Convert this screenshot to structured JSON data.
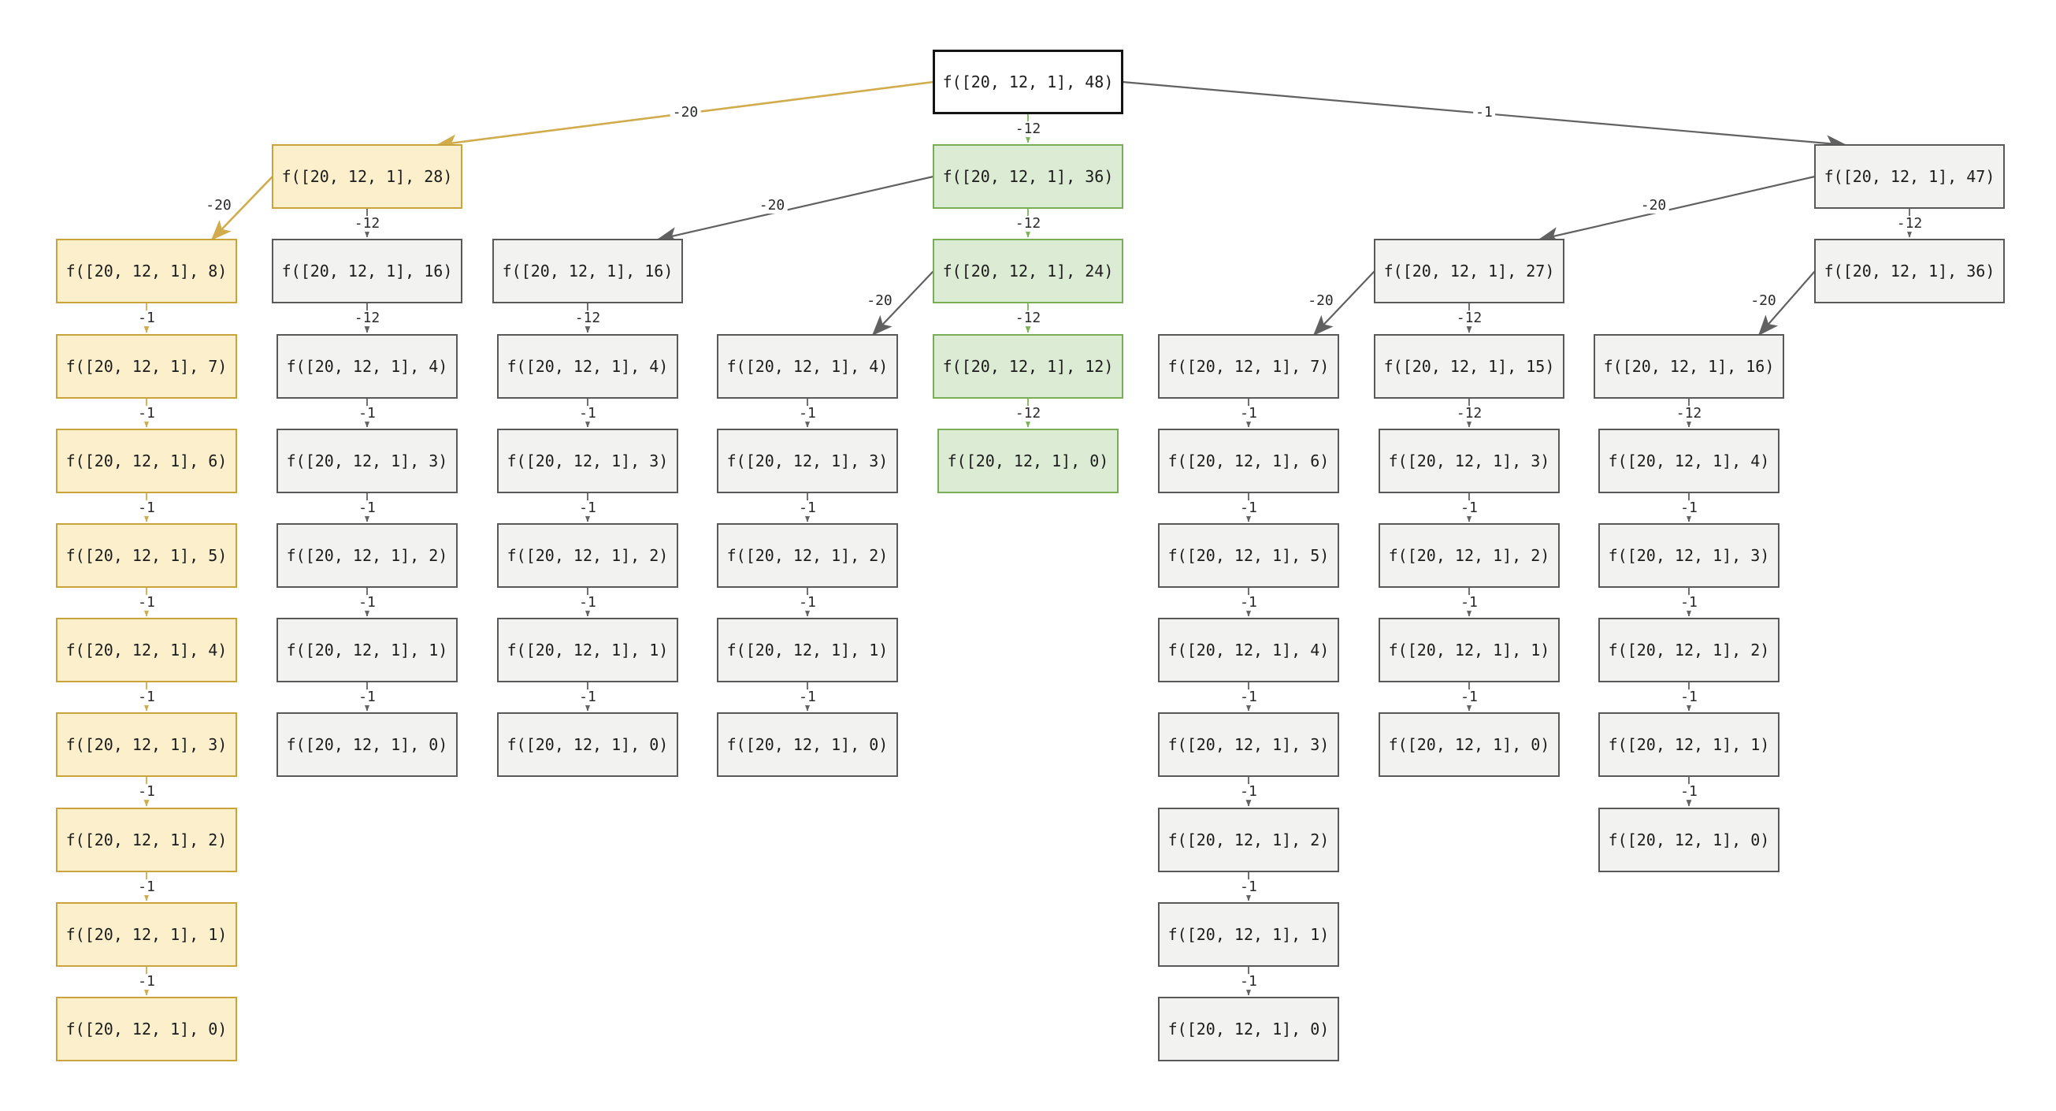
{
  "diagram": {
    "kind": "recursion-tree",
    "function_name": "f",
    "coins_list": "[20, 12, 1]",
    "root_amount": "48",
    "colors": {
      "background": "#ffffff",
      "node_default_fill": "#f2f2f1",
      "node_default_border": "#595959",
      "node_root_fill": "#ffffff",
      "node_root_border": "#141414",
      "node_yellow_fill": "#fcf0cc",
      "node_yellow_border": "#c9a43c",
      "node_green_fill": "#dcebd3",
      "node_green_border": "#79ae57",
      "edge_gray": "#616161",
      "edge_yellow": "#d0ac4c",
      "edge_green": "#7cb357",
      "edge_label_text": "#2a2a2a",
      "node_text": "#1c1c1c"
    },
    "nodes": [
      {
        "id": "c5r0",
        "col": 5,
        "row": 0,
        "style": "root",
        "label": "f([20, 12, 1], 48)"
      },
      {
        "id": "c2r1",
        "col": 2,
        "row": 1,
        "style": "yellow",
        "label": "f([20, 12, 1], 28)"
      },
      {
        "id": "c5r1",
        "col": 5,
        "row": 1,
        "style": "green",
        "label": "f([20, 12, 1], 36)"
      },
      {
        "id": "c9r1",
        "col": 9,
        "row": 1,
        "style": "default",
        "label": "f([20, 12, 1], 47)"
      },
      {
        "id": "c1r2",
        "col": 1,
        "row": 2,
        "style": "yellow",
        "label": "f([20, 12, 1], 8)"
      },
      {
        "id": "c2r2",
        "col": 2,
        "row": 2,
        "style": "default",
        "label": "f([20, 12, 1], 16)"
      },
      {
        "id": "c3r2",
        "col": 3,
        "row": 2,
        "style": "default",
        "label": "f([20, 12, 1], 16)"
      },
      {
        "id": "c5r2",
        "col": 5,
        "row": 2,
        "style": "green",
        "label": "f([20, 12, 1], 24)"
      },
      {
        "id": "c7r2",
        "col": 7,
        "row": 2,
        "style": "default",
        "label": "f([20, 12, 1], 27)"
      },
      {
        "id": "c9r2",
        "col": 9,
        "row": 2,
        "style": "default",
        "label": "f([20, 12, 1], 36)"
      },
      {
        "id": "c1r3",
        "col": 1,
        "row": 3,
        "style": "yellow",
        "label": "f([20, 12, 1], 7)"
      },
      {
        "id": "c2r3",
        "col": 2,
        "row": 3,
        "style": "default",
        "label": "f([20, 12, 1], 4)"
      },
      {
        "id": "c3r3",
        "col": 3,
        "row": 3,
        "style": "default",
        "label": "f([20, 12, 1], 4)"
      },
      {
        "id": "c4r3",
        "col": 4,
        "row": 3,
        "style": "default",
        "label": "f([20, 12, 1], 4)"
      },
      {
        "id": "c5r3",
        "col": 5,
        "row": 3,
        "style": "green",
        "label": "f([20, 12, 1], 12)"
      },
      {
        "id": "c6r3",
        "col": 6,
        "row": 3,
        "style": "default",
        "label": "f([20, 12, 1], 7)"
      },
      {
        "id": "c7r3",
        "col": 7,
        "row": 3,
        "style": "default",
        "label": "f([20, 12, 1], 15)"
      },
      {
        "id": "c8r3",
        "col": 8,
        "row": 3,
        "style": "default",
        "label": "f([20, 12, 1], 16)"
      },
      {
        "id": "c1r4",
        "col": 1,
        "row": 4,
        "style": "yellow",
        "label": "f([20, 12, 1], 6)"
      },
      {
        "id": "c2r4",
        "col": 2,
        "row": 4,
        "style": "default",
        "label": "f([20, 12, 1], 3)"
      },
      {
        "id": "c3r4",
        "col": 3,
        "row": 4,
        "style": "default",
        "label": "f([20, 12, 1], 3)"
      },
      {
        "id": "c4r4",
        "col": 4,
        "row": 4,
        "style": "default",
        "label": "f([20, 12, 1], 3)"
      },
      {
        "id": "c5r4",
        "col": 5,
        "row": 4,
        "style": "green",
        "label": "f([20, 12, 1], 0)"
      },
      {
        "id": "c6r4",
        "col": 6,
        "row": 4,
        "style": "default",
        "label": "f([20, 12, 1], 6)"
      },
      {
        "id": "c7r4",
        "col": 7,
        "row": 4,
        "style": "default",
        "label": "f([20, 12, 1], 3)"
      },
      {
        "id": "c8r4",
        "col": 8,
        "row": 4,
        "style": "default",
        "label": "f([20, 12, 1], 4)"
      },
      {
        "id": "c1r5",
        "col": 1,
        "row": 5,
        "style": "yellow",
        "label": "f([20, 12, 1], 5)"
      },
      {
        "id": "c2r5",
        "col": 2,
        "row": 5,
        "style": "default",
        "label": "f([20, 12, 1], 2)"
      },
      {
        "id": "c3r5",
        "col": 3,
        "row": 5,
        "style": "default",
        "label": "f([20, 12, 1], 2)"
      },
      {
        "id": "c4r5",
        "col": 4,
        "row": 5,
        "style": "default",
        "label": "f([20, 12, 1], 2)"
      },
      {
        "id": "c6r5",
        "col": 6,
        "row": 5,
        "style": "default",
        "label": "f([20, 12, 1], 5)"
      },
      {
        "id": "c7r5",
        "col": 7,
        "row": 5,
        "style": "default",
        "label": "f([20, 12, 1], 2)"
      },
      {
        "id": "c8r5",
        "col": 8,
        "row": 5,
        "style": "default",
        "label": "f([20, 12, 1], 3)"
      },
      {
        "id": "c1r6",
        "col": 1,
        "row": 6,
        "style": "yellow",
        "label": "f([20, 12, 1], 4)"
      },
      {
        "id": "c2r6",
        "col": 2,
        "row": 6,
        "style": "default",
        "label": "f([20, 12, 1], 1)"
      },
      {
        "id": "c3r6",
        "col": 3,
        "row": 6,
        "style": "default",
        "label": "f([20, 12, 1], 1)"
      },
      {
        "id": "c4r6",
        "col": 4,
        "row": 6,
        "style": "default",
        "label": "f([20, 12, 1], 1)"
      },
      {
        "id": "c6r6",
        "col": 6,
        "row": 6,
        "style": "default",
        "label": "f([20, 12, 1], 4)"
      },
      {
        "id": "c7r6",
        "col": 7,
        "row": 6,
        "style": "default",
        "label": "f([20, 12, 1], 1)"
      },
      {
        "id": "c8r6",
        "col": 8,
        "row": 6,
        "style": "default",
        "label": "f([20, 12, 1], 2)"
      },
      {
        "id": "c1r7",
        "col": 1,
        "row": 7,
        "style": "yellow",
        "label": "f([20, 12, 1], 3)"
      },
      {
        "id": "c2r7",
        "col": 2,
        "row": 7,
        "style": "default",
        "label": "f([20, 12, 1], 0)"
      },
      {
        "id": "c3r7",
        "col": 3,
        "row": 7,
        "style": "default",
        "label": "f([20, 12, 1], 0)"
      },
      {
        "id": "c4r7",
        "col": 4,
        "row": 7,
        "style": "default",
        "label": "f([20, 12, 1], 0)"
      },
      {
        "id": "c6r7",
        "col": 6,
        "row": 7,
        "style": "default",
        "label": "f([20, 12, 1], 3)"
      },
      {
        "id": "c7r7",
        "col": 7,
        "row": 7,
        "style": "default",
        "label": "f([20, 12, 1], 0)"
      },
      {
        "id": "c8r7",
        "col": 8,
        "row": 7,
        "style": "default",
        "label": "f([20, 12, 1], 1)"
      },
      {
        "id": "c1r8",
        "col": 1,
        "row": 8,
        "style": "yellow",
        "label": "f([20, 12, 1], 2)"
      },
      {
        "id": "c6r8",
        "col": 6,
        "row": 8,
        "style": "default",
        "label": "f([20, 12, 1], 2)"
      },
      {
        "id": "c8r8",
        "col": 8,
        "row": 8,
        "style": "default",
        "label": "f([20, 12, 1], 0)"
      },
      {
        "id": "c1r9",
        "col": 1,
        "row": 9,
        "style": "yellow",
        "label": "f([20, 12, 1], 1)"
      },
      {
        "id": "c6r9",
        "col": 6,
        "row": 9,
        "style": "default",
        "label": "f([20, 12, 1], 1)"
      },
      {
        "id": "c1r10",
        "col": 1,
        "row": 10,
        "style": "yellow",
        "label": "f([20, 12, 1], 0)"
      },
      {
        "id": "c6r10",
        "col": 6,
        "row": 10,
        "style": "default",
        "label": "f([20, 12, 1], 0)"
      }
    ],
    "edges": [
      {
        "from": "c5r0",
        "to": "c2r1",
        "label": "-20",
        "style": "yellow",
        "kind": "d",
        "labelSide": "on"
      },
      {
        "from": "c5r0",
        "to": "c9r1",
        "label": "-1",
        "style": "gray",
        "kind": "d",
        "labelSide": "on"
      },
      {
        "from": "c5r0",
        "to": "c5r1",
        "label": "-12",
        "style": "green",
        "kind": "v"
      },
      {
        "from": "c2r1",
        "to": "c1r2",
        "label": "-20",
        "style": "yellow",
        "kind": "d",
        "labelSide": "left"
      },
      {
        "from": "c2r1",
        "to": "c2r2",
        "label": "-12",
        "style": "gray",
        "kind": "v"
      },
      {
        "from": "c5r1",
        "to": "c3r2",
        "label": "-20",
        "style": "gray",
        "kind": "d",
        "labelSide": "left"
      },
      {
        "from": "c5r1",
        "to": "c5r2",
        "label": "-12",
        "style": "green",
        "kind": "v"
      },
      {
        "from": "c9r1",
        "to": "c7r2",
        "label": "-20",
        "style": "gray",
        "kind": "d",
        "labelSide": "left"
      },
      {
        "from": "c9r1",
        "to": "c9r2",
        "label": "-12",
        "style": "gray",
        "kind": "v"
      },
      {
        "from": "c5r2",
        "to": "c4r3",
        "label": "-20",
        "style": "gray",
        "kind": "d",
        "labelSide": "left"
      },
      {
        "from": "c5r2",
        "to": "c5r3",
        "label": "-12",
        "style": "green",
        "kind": "v"
      },
      {
        "from": "c7r2",
        "to": "c6r3",
        "label": "-20",
        "style": "gray",
        "kind": "d",
        "labelSide": "left"
      },
      {
        "from": "c7r2",
        "to": "c7r3",
        "label": "-12",
        "style": "gray",
        "kind": "v"
      },
      {
        "from": "c9r2",
        "to": "c8r3",
        "label": "-20",
        "style": "gray",
        "kind": "d",
        "labelSide": "left"
      },
      {
        "from": "c5r3",
        "to": "c5r4",
        "label": "-12",
        "style": "green",
        "kind": "v"
      },
      {
        "from": "c1r2",
        "to": "c1r3",
        "label": "-1",
        "style": "yellow",
        "kind": "v"
      },
      {
        "from": "c1r3",
        "to": "c1r4",
        "label": "-1",
        "style": "yellow",
        "kind": "v"
      },
      {
        "from": "c1r4",
        "to": "c1r5",
        "label": "-1",
        "style": "yellow",
        "kind": "v"
      },
      {
        "from": "c1r5",
        "to": "c1r6",
        "label": "-1",
        "style": "yellow",
        "kind": "v"
      },
      {
        "from": "c1r6",
        "to": "c1r7",
        "label": "-1",
        "style": "yellow",
        "kind": "v"
      },
      {
        "from": "c1r7",
        "to": "c1r8",
        "label": "-1",
        "style": "yellow",
        "kind": "v"
      },
      {
        "from": "c1r8",
        "to": "c1r9",
        "label": "-1",
        "style": "yellow",
        "kind": "v"
      },
      {
        "from": "c1r9",
        "to": "c1r10",
        "label": "-1",
        "style": "yellow",
        "kind": "v"
      },
      {
        "from": "c2r2",
        "to": "c2r3",
        "label": "-12",
        "style": "gray",
        "kind": "v"
      },
      {
        "from": "c2r3",
        "to": "c2r4",
        "label": "-1",
        "style": "gray",
        "kind": "v"
      },
      {
        "from": "c2r4",
        "to": "c2r5",
        "label": "-1",
        "style": "gray",
        "kind": "v"
      },
      {
        "from": "c2r5",
        "to": "c2r6",
        "label": "-1",
        "style": "gray",
        "kind": "v"
      },
      {
        "from": "c2r6",
        "to": "c2r7",
        "label": "-1",
        "style": "gray",
        "kind": "v"
      },
      {
        "from": "c3r2",
        "to": "c3r3",
        "label": "-12",
        "style": "gray",
        "kind": "v"
      },
      {
        "from": "c3r3",
        "to": "c3r4",
        "label": "-1",
        "style": "gray",
        "kind": "v"
      },
      {
        "from": "c3r4",
        "to": "c3r5",
        "label": "-1",
        "style": "gray",
        "kind": "v"
      },
      {
        "from": "c3r5",
        "to": "c3r6",
        "label": "-1",
        "style": "gray",
        "kind": "v"
      },
      {
        "from": "c3r6",
        "to": "c3r7",
        "label": "-1",
        "style": "gray",
        "kind": "v"
      },
      {
        "from": "c4r3",
        "to": "c4r4",
        "label": "-1",
        "style": "gray",
        "kind": "v"
      },
      {
        "from": "c4r4",
        "to": "c4r5",
        "label": "-1",
        "style": "gray",
        "kind": "v"
      },
      {
        "from": "c4r5",
        "to": "c4r6",
        "label": "-1",
        "style": "gray",
        "kind": "v"
      },
      {
        "from": "c4r6",
        "to": "c4r7",
        "label": "-1",
        "style": "gray",
        "kind": "v"
      },
      {
        "from": "c6r3",
        "to": "c6r4",
        "label": "-1",
        "style": "gray",
        "kind": "v"
      },
      {
        "from": "c6r4",
        "to": "c6r5",
        "label": "-1",
        "style": "gray",
        "kind": "v"
      },
      {
        "from": "c6r5",
        "to": "c6r6",
        "label": "-1",
        "style": "gray",
        "kind": "v"
      },
      {
        "from": "c6r6",
        "to": "c6r7",
        "label": "-1",
        "style": "gray",
        "kind": "v"
      },
      {
        "from": "c6r7",
        "to": "c6r8",
        "label": "-1",
        "style": "gray",
        "kind": "v"
      },
      {
        "from": "c6r8",
        "to": "c6r9",
        "label": "-1",
        "style": "gray",
        "kind": "v"
      },
      {
        "from": "c6r9",
        "to": "c6r10",
        "label": "-1",
        "style": "gray",
        "kind": "v"
      },
      {
        "from": "c7r3",
        "to": "c7r4",
        "label": "-12",
        "style": "gray",
        "kind": "v"
      },
      {
        "from": "c7r4",
        "to": "c7r5",
        "label": "-1",
        "style": "gray",
        "kind": "v"
      },
      {
        "from": "c7r5",
        "to": "c7r6",
        "label": "-1",
        "style": "gray",
        "kind": "v"
      },
      {
        "from": "c7r6",
        "to": "c7r7",
        "label": "-1",
        "style": "gray",
        "kind": "v"
      },
      {
        "from": "c8r3",
        "to": "c8r4",
        "label": "-12",
        "style": "gray",
        "kind": "v"
      },
      {
        "from": "c8r4",
        "to": "c8r5",
        "label": "-1",
        "style": "gray",
        "kind": "v"
      },
      {
        "from": "c8r5",
        "to": "c8r6",
        "label": "-1",
        "style": "gray",
        "kind": "v"
      },
      {
        "from": "c8r6",
        "to": "c8r7",
        "label": "-1",
        "style": "gray",
        "kind": "v"
      },
      {
        "from": "c8r7",
        "to": "c8r8",
        "label": "-1",
        "style": "gray",
        "kind": "v"
      }
    ]
  }
}
